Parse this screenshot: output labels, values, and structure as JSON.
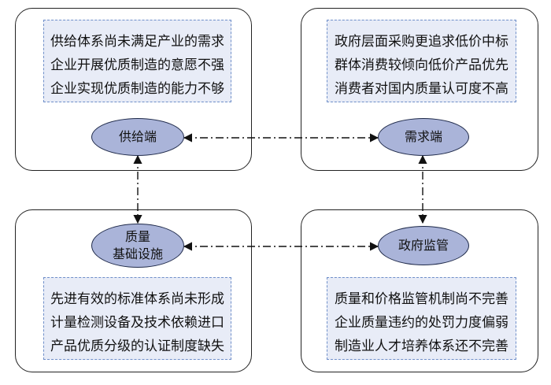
{
  "quadrants": {
    "supply": {
      "node_label": "供给端",
      "notes": [
        "供给体系尚未满足产业的需求",
        "企业开展优质制造的意愿不强",
        "企业实现优质制造的能力不够"
      ]
    },
    "demand": {
      "node_label": "需求端",
      "notes": [
        "政府层面采购更追求低价中标",
        "群体消费较倾向低价产品优先",
        "消费者对国内质量认可度不高"
      ]
    },
    "infrastructure": {
      "node_label_line1": "质量",
      "node_label_line2": "基础设施",
      "notes": [
        "先进有效的标准体系尚未形成",
        "计量检测设备及技术依赖进口",
        "产品优质分级的认证制度缺失"
      ]
    },
    "regulation": {
      "node_label": "政府监管",
      "notes": [
        "质量和价格监管机制尚不完善",
        "企业质量违约的处罚力度偏弱",
        "制造业人才培养体系还不完善"
      ]
    }
  },
  "colors": {
    "node_fill": "#aab4d9",
    "note_fill": "#e8ecf7",
    "note_border": "#6f8fc9"
  }
}
